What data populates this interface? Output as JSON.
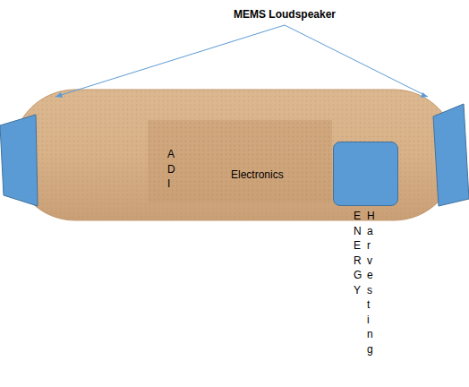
{
  "diagram": {
    "nodes": [
      {
        "text": [
          "ADI",
          "Electronics"
        ]
      },
      {
        "text": [
          "ENERGY",
          "Harvesting"
        ]
      }
    ],
    "labels": [
      "MEMS Loudspeaker"
    ]
  }
}
